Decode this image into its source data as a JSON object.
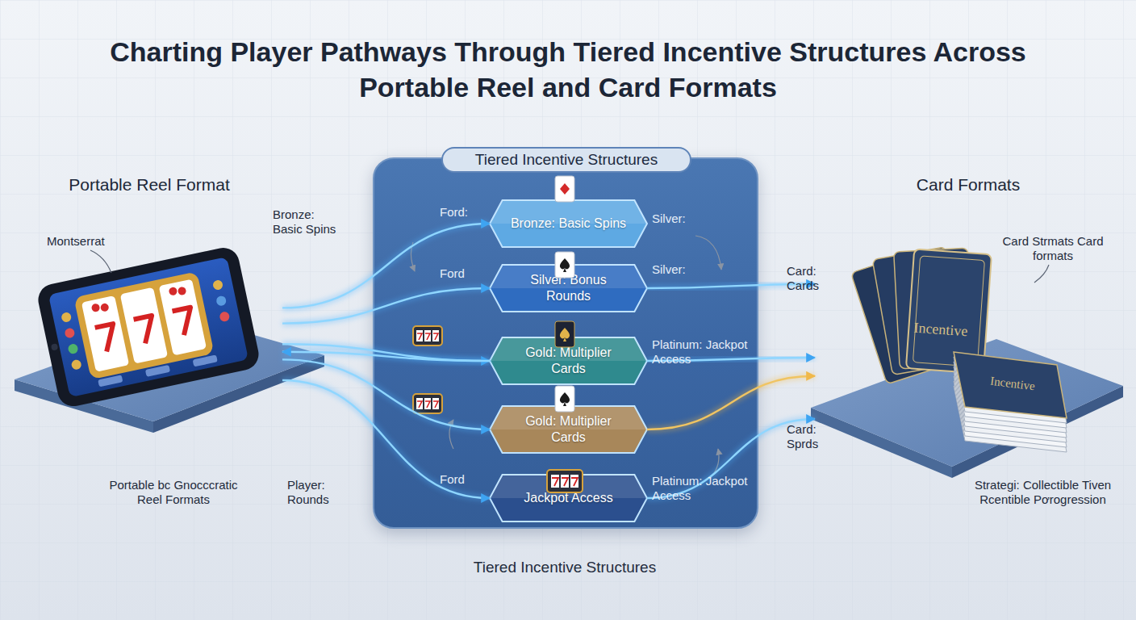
{
  "diagram": {
    "title": "Charting Player Pathways Through Tiered Incentive Structures Across Portable Reel and Card Formats",
    "nodes": [
      {
        "text": [
          "Portable Reel Format"
        ]
      },
      {
        "text": [
          "Tiered Incentive Structures"
        ]
      },
      {
        "text": [
          "Bronze: Basic Spins"
        ],
        "in": 1
      },
      {
        "text": [
          "Silver: Bonus Rounds"
        ],
        "in": 1
      },
      {
        "text": [
          "Gold: Multiplier Cards"
        ],
        "in": 1
      },
      {
        "text": [
          "Gold: Multiplier Cards"
        ],
        "in": 1
      },
      {
        "text": [
          "Jackpot Access"
        ],
        "in": 1
      },
      {
        "text": [
          "Card Formats"
        ]
      }
    ],
    "edges": [
      {
        "from": 0,
        "to": 2,
        "arrow": "to"
      },
      {
        "from": 0,
        "to": 3,
        "arrow": "to"
      },
      {
        "from": 0,
        "to": 4,
        "arrow": "to"
      },
      {
        "from": 0,
        "to": 5,
        "arrow": "to"
      },
      {
        "from": 0,
        "to": 6,
        "arrow": "to"
      },
      {
        "from": 4,
        "to": 0,
        "arrow": "to"
      },
      {
        "from": 3,
        "to": 7,
        "arrow": "to"
      },
      {
        "from": 4,
        "to": 7,
        "arrow": "to"
      },
      {
        "from": 5,
        "to": 7,
        "arrow": "to"
      },
      {
        "from": 6,
        "to": 7,
        "arrow": "to"
      }
    ],
    "labels": [
      "Montserrat",
      "Portable bc Gnocccratic Reel Formats",
      "Bronze: Basic Spins",
      "Player: Rounds",
      "Ford:",
      "Ford",
      "Ford",
      "Silver:",
      "Silver:",
      "Platinum: Jackpot Access",
      "Platinum: Jackpot Access",
      "Card: Cards",
      "Card: Sprds",
      "Card Strmats Card formats",
      "Strategi: Collectible Tiven Rcentible Pơrogression",
      "Tiered Incentive Structures",
      "Incentive",
      "Incentive"
    ]
  }
}
